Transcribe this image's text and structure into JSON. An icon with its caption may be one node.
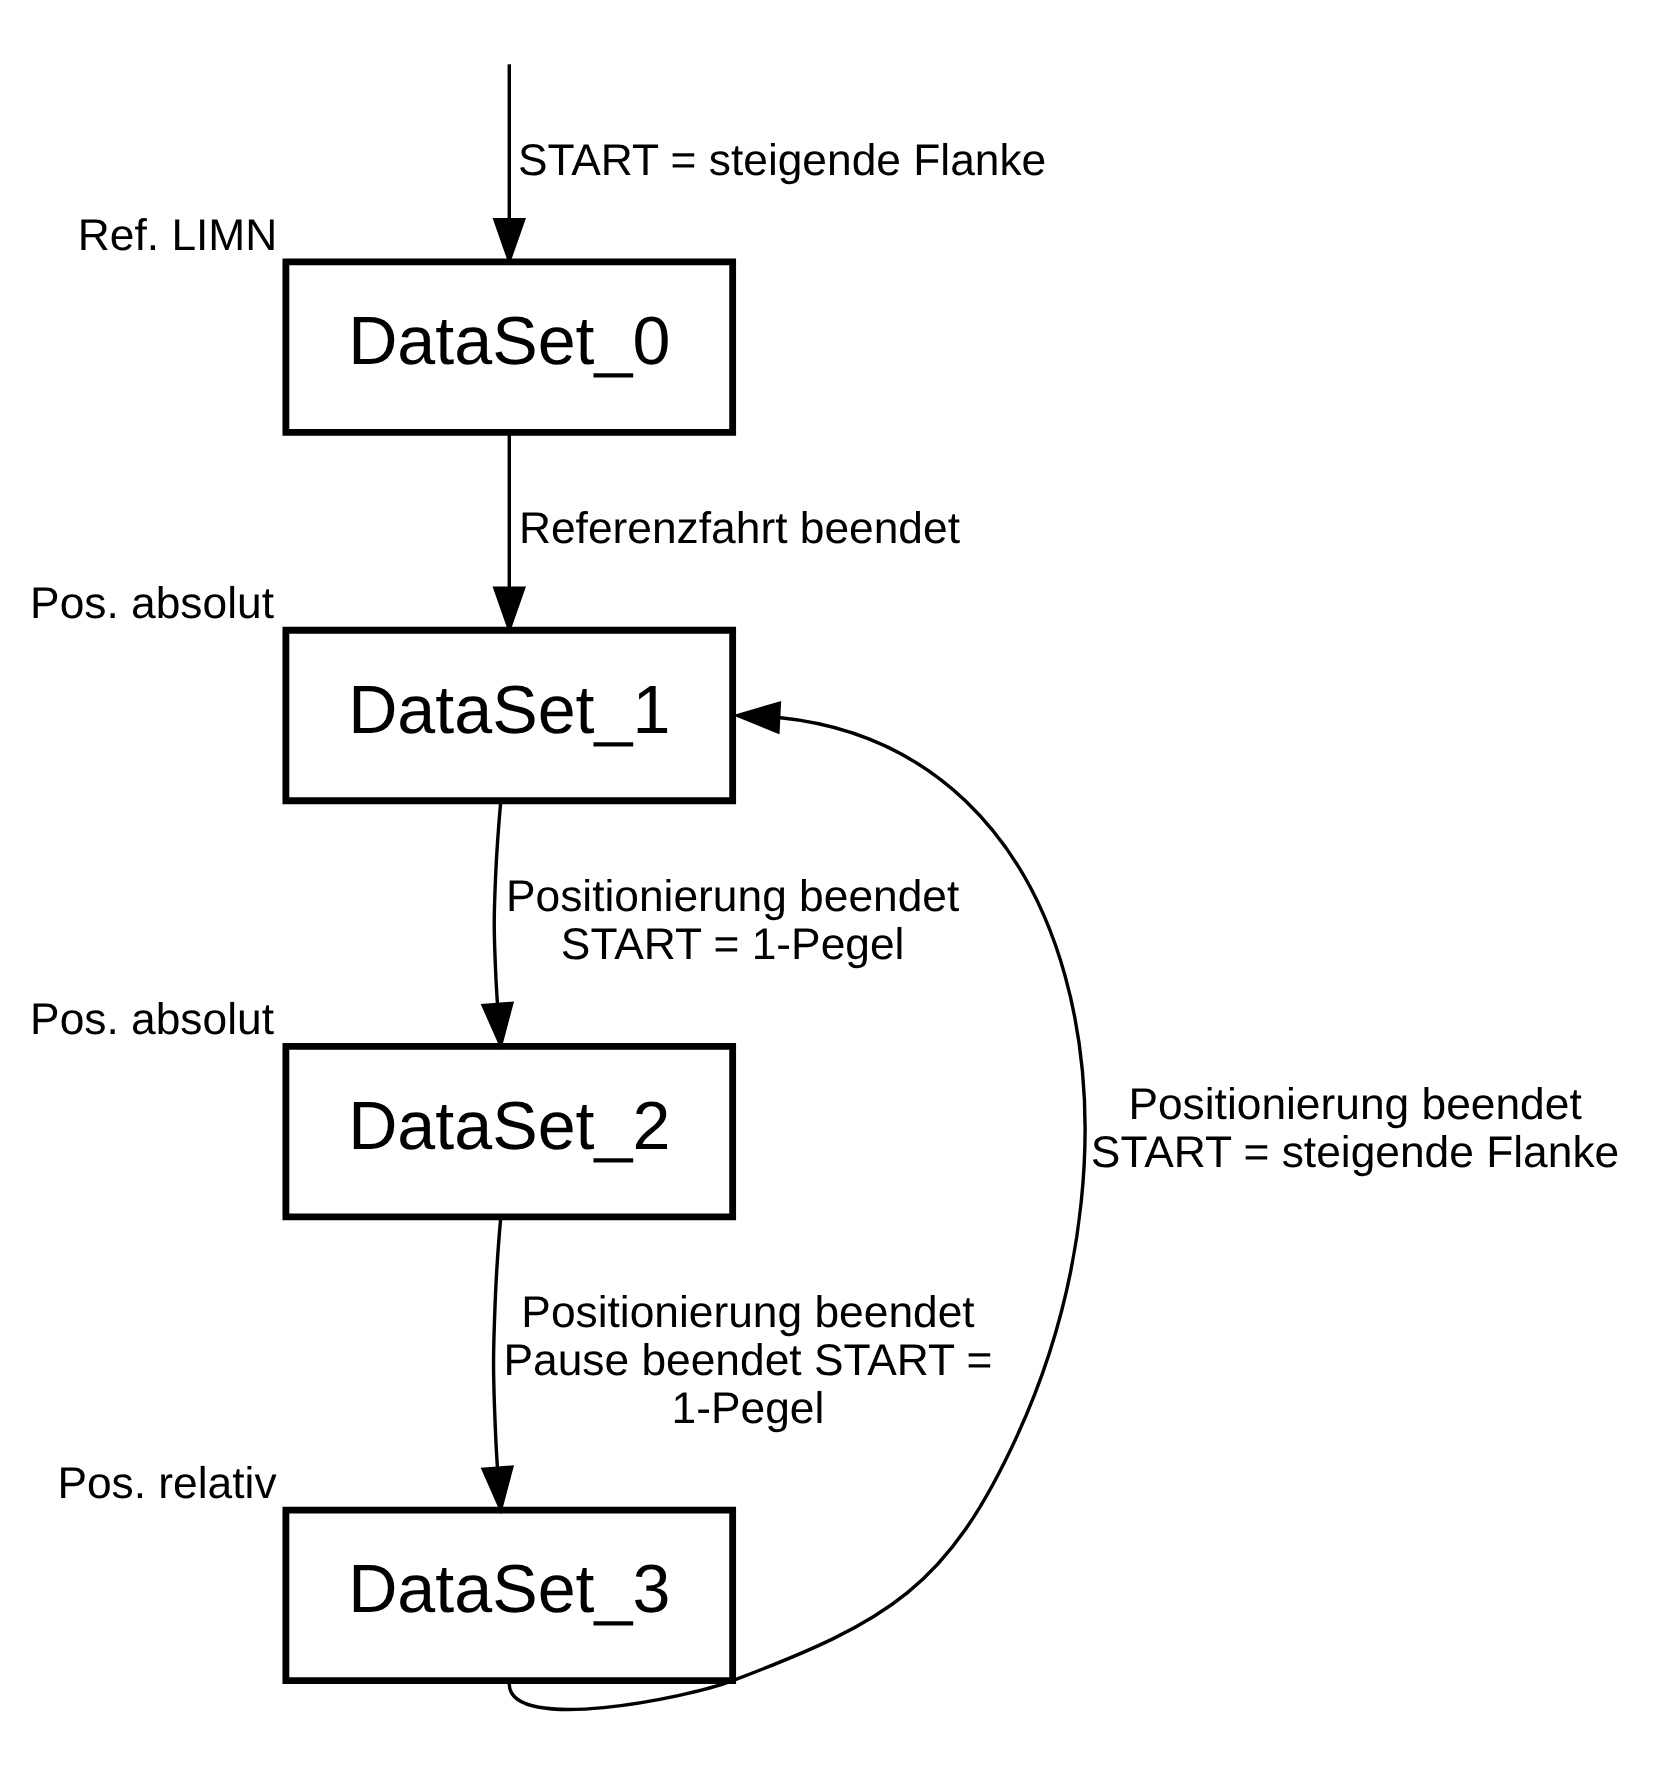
{
  "diagram": {
    "nodes": [
      {
        "text": [
          "DataSet_0"
        ],
        "beside": [
          "Ref. LIMN"
        ]
      },
      {
        "text": [
          "DataSet_1"
        ],
        "beside": [
          "Pos. absolut"
        ]
      },
      {
        "text": [
          "DataSet_2"
        ],
        "beside": [
          "Pos. absolut"
        ]
      },
      {
        "text": [
          "DataSet_3"
        ],
        "beside": [
          "Pos. relativ"
        ]
      }
    ],
    "edges": [
      {
        "from": null,
        "to": 0,
        "arrow": "to",
        "label": "START = steigende Flanke"
      },
      {
        "from": 0,
        "to": 1,
        "arrow": "to",
        "label": "Referenzfahrt beendet"
      },
      {
        "from": 1,
        "to": 2,
        "arrow": "to",
        "label": "Positionierung beendet START = 1-Pegel"
      },
      {
        "from": 2,
        "to": 3,
        "arrow": "to",
        "label": "Positionierung beendet Pause beendet START = 1-Pegel"
      },
      {
        "from": 3,
        "to": 1,
        "arrow": "to",
        "label": "Positionierung beendet START = steigende Flanke"
      }
    ]
  }
}
